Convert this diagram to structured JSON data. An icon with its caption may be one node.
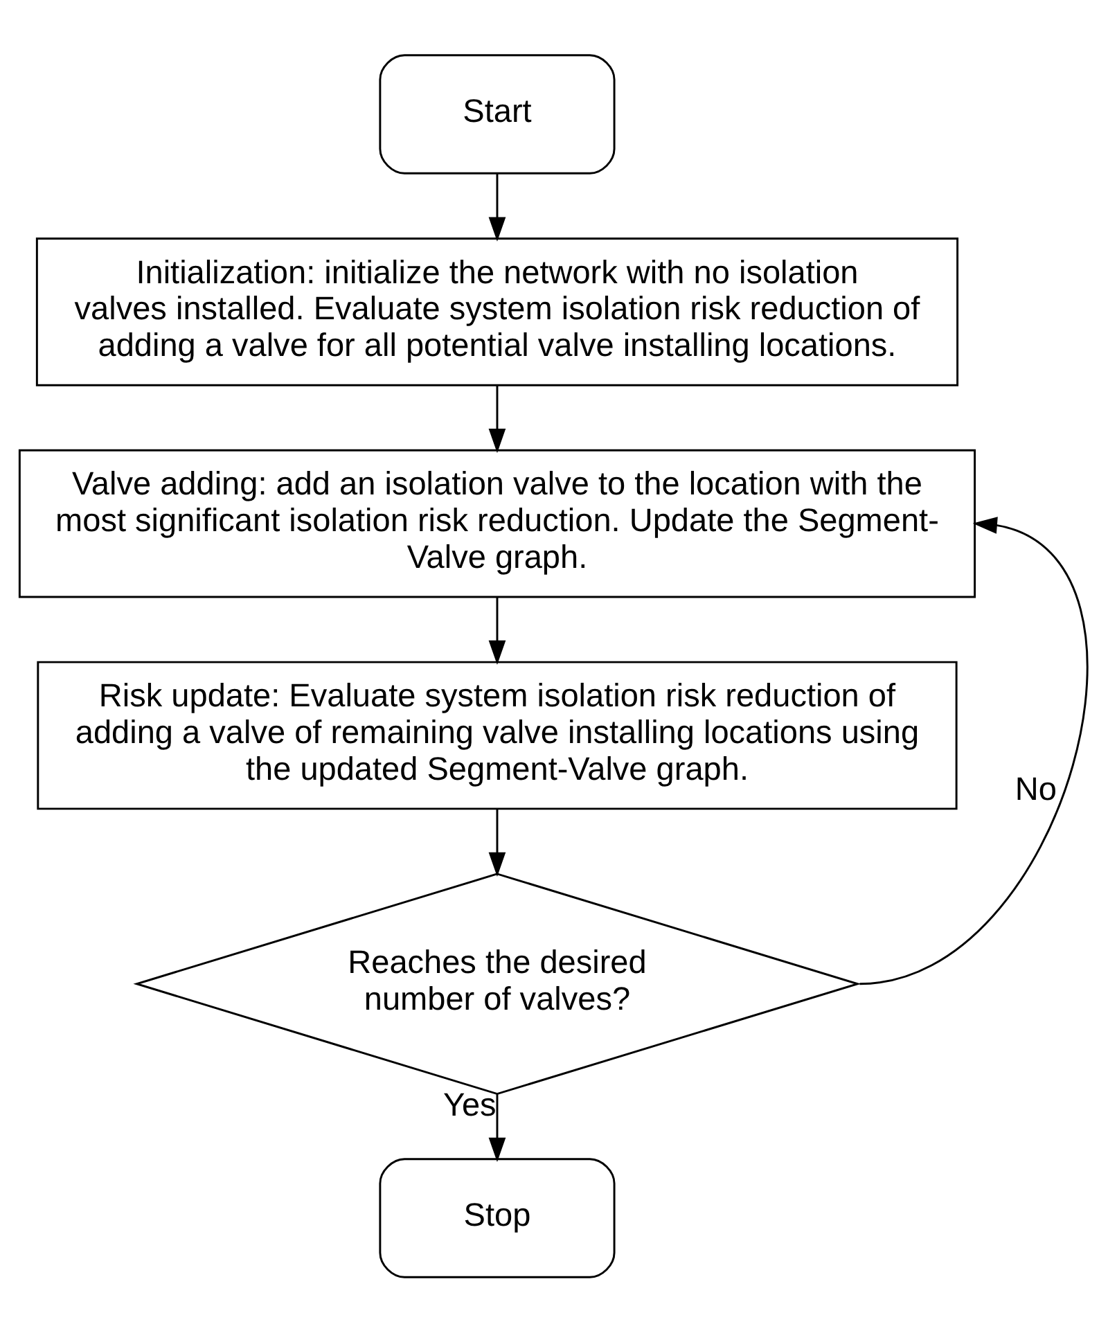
{
  "diagram": {
    "nodes": [
      {
        "text": [
          "Start"
        ]
      },
      {
        "text": [
          "Initialization: initialize the network with no isolation valves installed. Evaluate system isolation risk reduction of adding a valve for all potential valve installing locations."
        ]
      },
      {
        "text": [
          "Valve adding: add an isolation valve to the location with the most significant isolation risk reduction. Update the Segment-Valve graph."
        ]
      },
      {
        "text": [
          "Risk update: Evaluate system isolation risk reduction of adding a valve of remaining valve installing locations using the updated Segment-Valve graph."
        ]
      },
      {
        "text": [
          "Reaches the desired number of valves?"
        ]
      },
      {
        "text": [
          "Stop"
        ]
      }
    ],
    "edges": [
      {
        "from": 0,
        "to": 1,
        "arrow": "to"
      },
      {
        "from": 1,
        "to": 2,
        "arrow": "to"
      },
      {
        "from": 2,
        "to": 3,
        "arrow": "to"
      },
      {
        "from": 3,
        "to": 4,
        "arrow": "to"
      },
      {
        "from": 4,
        "to": 5,
        "arrow": "to",
        "label": "Yes"
      },
      {
        "from": 4,
        "to": 2,
        "arrow": "to",
        "label": "No"
      }
    ]
  }
}
